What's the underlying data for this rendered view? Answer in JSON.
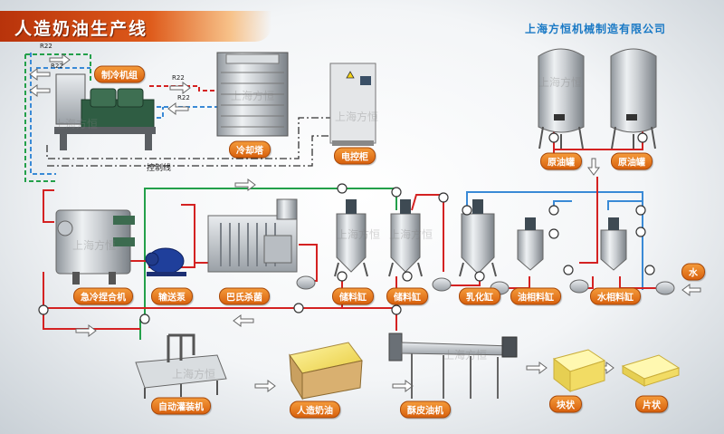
{
  "title": "人造奶油生产线",
  "company": "上海方恒机械制造有限公司",
  "watermark": "上海方恒",
  "labels": {
    "refrigeration_unit": "制冷机组",
    "cooling_tower": "冷却塔",
    "control_cabinet": "电控柜",
    "crude_oil_tank_1": "原油罐",
    "crude_oil_tank_2": "原油罐",
    "quench_kneader": "急冷捏合机",
    "transfer_pump": "输送泵",
    "pasteurizer": "巴氏杀菌",
    "storage_tank_1": "储料缸",
    "storage_tank_2": "储料缸",
    "emulsifying_tank": "乳化缸",
    "oil_phase_tank": "油相料缸",
    "water_phase_tank": "水相料缸",
    "water": "水",
    "filling_machine": "自动灌装机",
    "margarine": "人造奶油",
    "puff_pastry_machine": "酥皮油机",
    "block": "块状",
    "sheet": "片状"
  },
  "annotations": {
    "control_line": "控制线",
    "refrigerant_1": "R22",
    "refrigerant_2": "R22",
    "refrigerant_3": "R22",
    "refrigerant_4": "R22"
  },
  "colors": {
    "product_line": "#d42222",
    "green_line": "#23a04a",
    "blue_line": "#3a8ad6",
    "control_line": "#333333",
    "label_fill": "#e8761c",
    "title_fill": "#cc4010",
    "company_text": "#1a79c5"
  }
}
